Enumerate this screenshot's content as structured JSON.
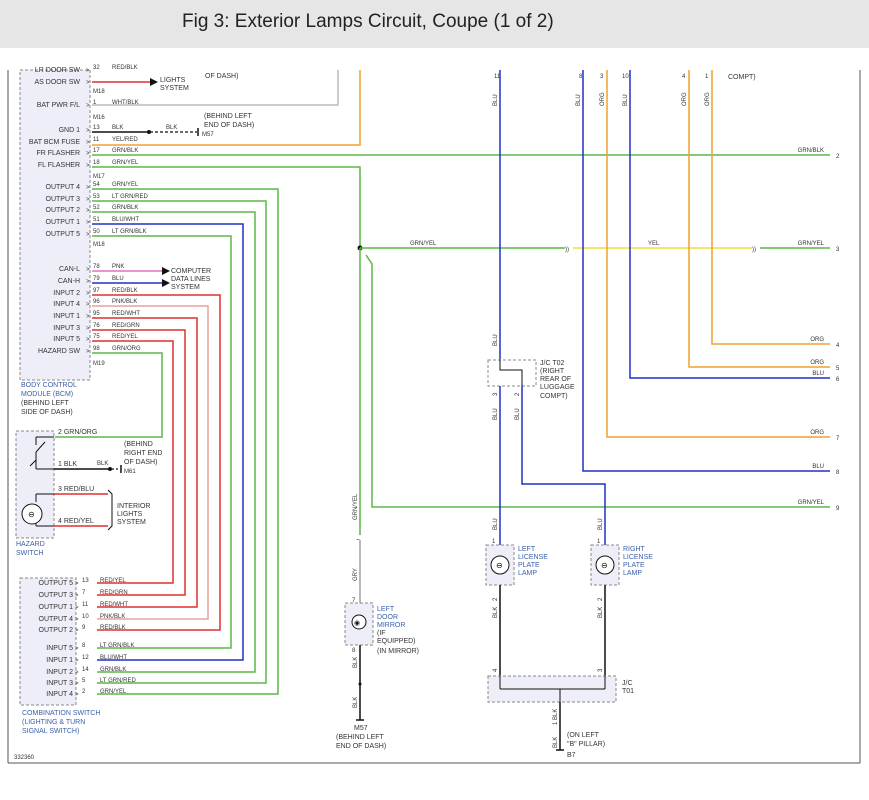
{
  "header": {
    "title": "Fig 3: Exterior Lamps Circuit, Coupe (1 of 2)"
  },
  "colors": {
    "red": "#e03030",
    "blue": "#2030c8",
    "green": "#5cb848",
    "orange": "#f0a030",
    "pink": "#e070c0",
    "yellow": "#f0e030",
    "gray": "#a0a0a0",
    "black": "#111111",
    "module_fill": "#eeeef8",
    "label_blue": "#3a5fa8"
  },
  "bcm": {
    "label_lines": [
      "BODY CONTROL",
      "MODULE (BCM)",
      "(BEHIND LEFT",
      "SIDE OF DASH)"
    ],
    "pins": [
      {
        "name": "LR DOOR SW",
        "pin": "32",
        "wire": "RED/BLK"
      },
      {
        "name": "AS DOOR SW",
        "pin": "",
        "wire": ""
      },
      {
        "name": "BAT PWR F/L",
        "pin": "1",
        "wire": "WHT/BLK"
      },
      {
        "name": "GND 1",
        "pin": "13",
        "wire": "BLK"
      },
      {
        "name": "BAT BCM FUSE",
        "pin": "11",
        "wire": "YEL/RED"
      },
      {
        "name": "FR FLASHER",
        "pin": "17",
        "wire": "GRN/BLK"
      },
      {
        "name": "FL FLASHER",
        "pin": "18",
        "wire": "GRN/YEL"
      },
      {
        "name": "OUTPUT 4",
        "pin": "54",
        "wire": "GRN/YEL"
      },
      {
        "name": "OUTPUT 3",
        "pin": "53",
        "wire": "LT GRN/RED"
      },
      {
        "name": "OUTPUT 2",
        "pin": "52",
        "wire": "GRN/BLK"
      },
      {
        "name": "OUTPUT 1",
        "pin": "51",
        "wire": "BLU/WHT"
      },
      {
        "name": "OUTPUT 5",
        "pin": "50",
        "wire": "LT GRN/BLK"
      },
      {
        "name": "CAN-L",
        "pin": "78",
        "wire": "PNK"
      },
      {
        "name": "CAN-H",
        "pin": "79",
        "wire": "BLU"
      },
      {
        "name": "INPUT 2",
        "pin": "97",
        "wire": "RED/BLK"
      },
      {
        "name": "INPUT 4",
        "pin": "96",
        "wire": "PNK/BLK"
      },
      {
        "name": "INPUT 1",
        "pin": "95",
        "wire": "RED/WHT"
      },
      {
        "name": "INPUT 3",
        "pin": "76",
        "wire": "RED/GRN"
      },
      {
        "name": "INPUT 5",
        "pin": "75",
        "wire": "RED/YEL"
      },
      {
        "name": "HAZARD SW",
        "pin": "98",
        "wire": "GRN/ORG"
      }
    ],
    "connectors": [
      "M18",
      "M16",
      "M17",
      "M18",
      "M19"
    ],
    "lights_system": [
      "LIGHTS",
      "SYSTEM"
    ],
    "of_dash": "OF DASH)",
    "m57_note": [
      "(BEHIND LEFT",
      "END OF DASH)"
    ],
    "m57": "M57",
    "computer_data": [
      "COMPUTER",
      "DATA LINES",
      "SYSTEM"
    ]
  },
  "hazard_switch": {
    "label_lines": [
      "HAZARD",
      "SWITCH"
    ],
    "pins": [
      {
        "pin": "2",
        "wire": "GRN/ORG"
      },
      {
        "pin": "1",
        "wire": "BLK"
      },
      {
        "pin": "3",
        "wire": "RED/BLU"
      },
      {
        "pin": "4",
        "wire": "RED/YEL"
      }
    ],
    "gnd_wire": "BLK",
    "m61": "M61",
    "m61_note": [
      "(BEHIND",
      "RIGHT END",
      "OF DASH)"
    ],
    "interior": [
      "INTERIOR",
      "LIGHTS",
      "SYSTEM"
    ]
  },
  "combo_switch": {
    "label_lines": [
      "COMBINATION SWITCH",
      "(LIGHTING & TURN",
      "SIGNAL SWITCH)"
    ],
    "pins": [
      {
        "name": "OUTPUT 5",
        "pin": "13",
        "wire": "RED/YEL"
      },
      {
        "name": "OUTPUT 3",
        "pin": "7",
        "wire": "RED/GRN"
      },
      {
        "name": "OUTPUT 1",
        "pin": "11",
        "wire": "RED/WHT"
      },
      {
        "name": "OUTPUT 4",
        "pin": "10",
        "wire": "PNK/BLK"
      },
      {
        "name": "OUTPUT 2",
        "pin": "9",
        "wire": "RED/BLK"
      },
      {
        "name": "INPUT 5",
        "pin": "8",
        "wire": "LT GRN/BLK"
      },
      {
        "name": "INPUT 1",
        "pin": "12",
        "wire": "BLU/WHT"
      },
      {
        "name": "INPUT 2",
        "pin": "14",
        "wire": "GRN/BLK"
      },
      {
        "name": "INPUT 3",
        "pin": "5",
        "wire": "LT GRN/RED"
      },
      {
        "name": "INPUT 4",
        "pin": "2",
        "wire": "GRN/YEL"
      }
    ]
  },
  "right_side": {
    "wires": [
      {
        "ref": "2",
        "wire": "GRN/BLK"
      },
      {
        "ref": "3",
        "wire": "GRN/YEL"
      },
      {
        "ref": "4",
        "wire": "ORG"
      },
      {
        "ref": "5",
        "wire": "ORG"
      },
      {
        "ref": "6",
        "wire": "BLU"
      },
      {
        "ref": "7",
        "wire": "ORG"
      },
      {
        "ref": "8",
        "wire": "BLU"
      },
      {
        "ref": "9",
        "wire": "GRN/YEL"
      }
    ],
    "yel": "YEL",
    "grn_yel_mid": "GRN/YEL",
    "compt": "COMPT)",
    "top_pins": [
      "11",
      "8",
      "3",
      "10",
      "4",
      "1"
    ],
    "top_wires": [
      "BLU",
      "BLU",
      "ORG",
      "BLU",
      "ORG",
      "ORG"
    ]
  },
  "jc_t02": {
    "label_lines": [
      "J/C T02",
      "(RIGHT",
      "REAR OF",
      "LUGGAGE",
      "COMPT)"
    ],
    "pins": [
      "3",
      "2"
    ],
    "wires": [
      "BLU",
      "BLU",
      "BLU"
    ]
  },
  "mirror": {
    "label_lines": [
      "LEFT",
      "DOOR",
      "MIRROR",
      "(IF",
      "EQUIPPED)",
      "(IN MIRROR)"
    ],
    "pins": [
      "7",
      "8"
    ],
    "wires": [
      "GRN/YEL",
      "GRY",
      "BLK",
      "BLK"
    ],
    "m57": "M57",
    "m57_note": [
      "(BEHIND LEFT",
      "END OF DASH)"
    ]
  },
  "left_plate": {
    "label_lines": [
      "LEFT",
      "LICENSE",
      "PLATE",
      "LAMP"
    ],
    "pins": [
      "1",
      "2",
      "4"
    ],
    "wires": [
      "BLU",
      "BLK"
    ]
  },
  "right_plate": {
    "label_lines": [
      "RIGHT",
      "LICENSE",
      "PLATE",
      "LAMP"
    ],
    "pins": [
      "1",
      "2",
      "3"
    ],
    "wires": [
      "BLU",
      "BLK"
    ]
  },
  "jc_t01": {
    "label_lines": [
      "J/C",
      "T01"
    ],
    "pins": [
      "1"
    ],
    "wire": "BLK",
    "ground_wire": "BLK",
    "b7": "B7",
    "b7_note": [
      "(ON LEFT",
      "\"B\" PILLAR)"
    ]
  },
  "figure_id": "332360"
}
